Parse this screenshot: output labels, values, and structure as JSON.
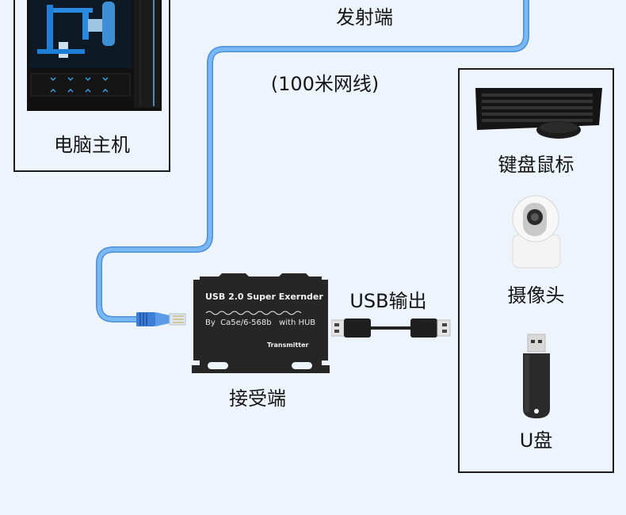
{
  "title": "USB 2.0 Extender Connection Diagram",
  "colors": {
    "background": "#eef4fb",
    "cable": "#6aaef0",
    "cable_edge": "#4a90dc",
    "device_body": "#232323",
    "box_border": "#1c1c1c"
  },
  "host": {
    "label": "电脑主机",
    "icon": "pc-tower-icon"
  },
  "transmitter_label": "发射端",
  "cable_label": "(100米网线)",
  "receiver_label": "接受端",
  "usb_output_label": "USB输出",
  "device": {
    "title": "USB 2.0 Super Exernder",
    "subtitle": "By  Ca5e/6-568b   with HUB",
    "badge": "Transmitter"
  },
  "peripherals": [
    {
      "label": "键盘鼠标",
      "icon": "keyboard-mouse-icon"
    },
    {
      "label": "摄像头",
      "icon": "webcam-icon"
    },
    {
      "label": "U盘",
      "icon": "usb-flash-drive-icon"
    }
  ]
}
